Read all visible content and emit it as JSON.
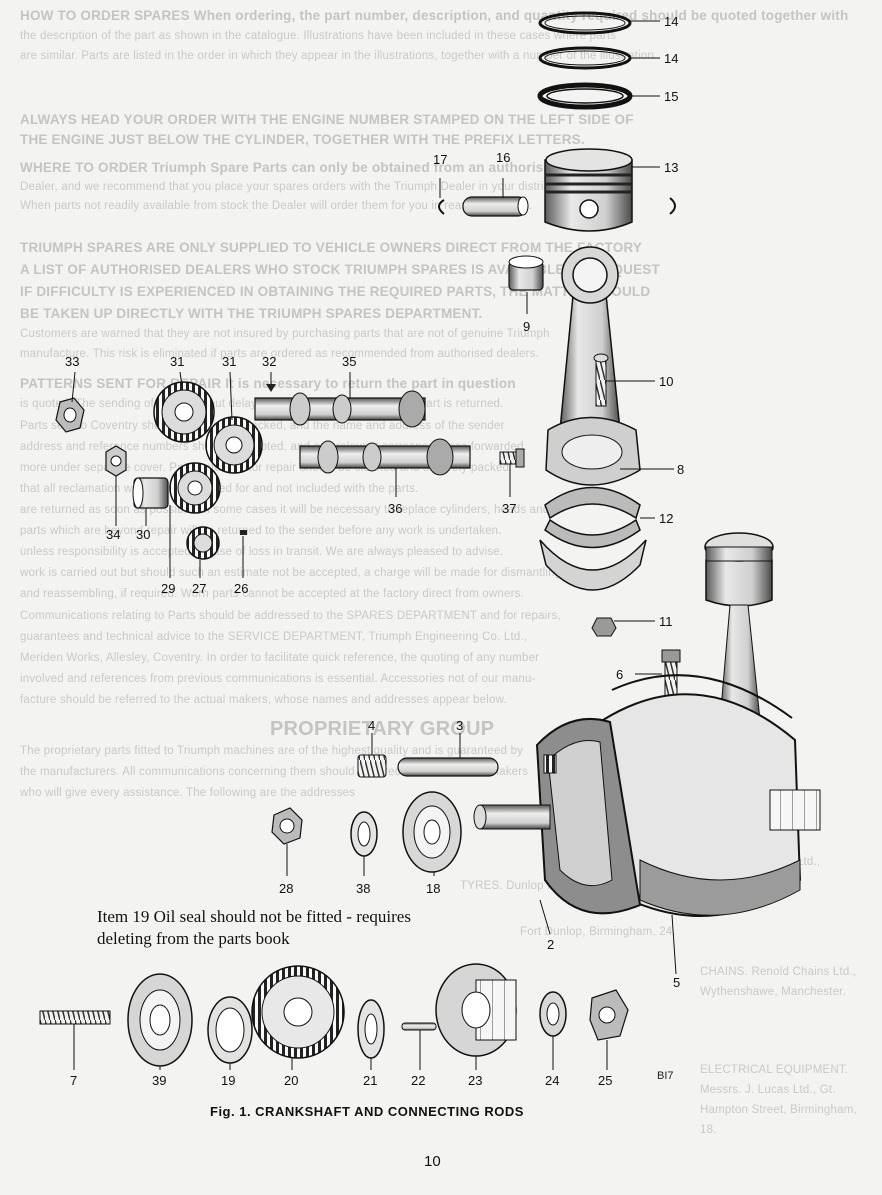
{
  "figure": {
    "caption": "Fig. 1.   CRANKSHAFT AND CONNECTING RODS",
    "drawing_code": "BI7",
    "page_number": "10",
    "note_line1": "Item 19 Oil seal should not be fitted - requires",
    "note_line2": "deleting from the parts book"
  },
  "callouts": {
    "c14a": "14",
    "c14b": "14",
    "c15": "15",
    "c13": "13",
    "c17": "17",
    "c16": "16",
    "c9": "9",
    "c10": "10",
    "c8": "8",
    "c12": "12",
    "c11": "11",
    "c6": "6",
    "c33": "33",
    "c31a": "31",
    "c31b": "31",
    "c32": "32",
    "c35": "35",
    "c34": "34",
    "c30": "30",
    "c29": "29",
    "c27": "27",
    "c26": "26",
    "c36": "36",
    "c37": "37",
    "c4": "4",
    "c3": "3",
    "c28": "28",
    "c38": "38",
    "c18": "18",
    "c2": "2",
    "c5": "5",
    "c7": "7",
    "c39": "39",
    "c19": "19",
    "c20": "20",
    "c21": "21",
    "c22": "22",
    "c23": "23",
    "c24": "24",
    "c25": "25"
  },
  "show_through": {
    "lines": [
      "HOW TO ORDER SPARES   When ordering, the part number, description, and quantity required should be quoted together with",
      "the description of the part as shown in the catalogue. Illustrations have been included in these cases where parts",
      "are similar. Parts are listed in the order in which they appear in the illustrations, together with a number of the illustration.",
      "ALWAYS HEAD YOUR ORDER WITH THE ENGINE NUMBER STAMPED ON THE LEFT SIDE OF",
      "THE ENGINE JUST BELOW THE CYLINDER, TOGETHER WITH THE PREFIX LETTERS.",
      "WHERE TO ORDER   Triumph Spare Parts can only be obtained from an authorised Triumph",
      "Dealer, and we recommend that you place your spares orders with the Triumph Dealer in your district.",
      "When parts not readily available from stock the Dealer will order them for you in reasonable time.",
      "TRIUMPH SPARES ARE ONLY SUPPLIED TO VEHICLE OWNERS DIRECT FROM THE FACTORY",
      "A LIST OF AUTHORISED DEALERS WHO STOCK TRIUMPH SPARES IS AVAILABLE ON REQUEST",
      "IF DIFFICULTY IS EXPERIENCED IN OBTAINING THE REQUIRED PARTS, THE MATTER SHOULD",
      "BE TAKEN UP DIRECTLY WITH THE TRIUMPH SPARES DEPARTMENT.",
      "Customers are warned that they are not insured by purchasing parts that are not of genuine Triumph",
      "manufacture. This risk is eliminated if parts are ordered as recommended from authorised dealers.",
      "PATTERNS SENT FOR REPAIR   It is necessary to return the part in question",
      "is quoted. The sending of parts without delay is essential to ensure that the part is returned.",
      "Parts sent to Coventry should be carefully packed, and the name and address of the sender",
      "address and reference numbers should be quoted, and any relevant correspondence forwarded.",
      "more under separate cover. Parts returned for repair should be cleaned and securely packed.",
      "that all reclamation work will be charged for and not included with the parts.",
      "are returned as soon as possible. In some cases it will be necessary to replace cylinders, heads and",
      "parts which are beyond repair will be returned to the sender before any work is undertaken.",
      "unless responsibility is accepted in case of loss in transit. We are always pleased to advise.",
      "work is carried out but should such an estimate not be accepted, a charge will be made for dismantling",
      "and reassembling, if required. Worn parts cannot be accepted at the factory direct from owners.",
      "Communications relating to Parts should be addressed to the SPARES DEPARTMENT and for repairs,",
      "guarantees and technical advice to the SERVICE DEPARTMENT, Triumph Engineering Co. Ltd.,",
      "Meriden Works, Allesley, Coventry. In order to facilitate quick reference, the quoting of any number",
      "involved and references from previous communications is essential. Accessories not of our manu-",
      "facture should be referred to the actual makers, whose names and addresses appear below.",
      "PROPRIETARY GROUP",
      "The proprietary parts fitted to Triumph machines are of the highest quality and is guaranteed by",
      "the manufacturers. All communications concerning them should be directed to the actual makers",
      "who will give every assistance. The following are the addresses",
      "SPARKING PLUGS.",
      "Champion Sparking Plug Co. Ltd.,",
      "TYRES.                Dunlop Rubber Co. Ltd.,",
      "Fort Dunlop, Birmingham, 24.",
      "CHAINS.   Renold Chains Ltd., Wythenshawe, Manchester.",
      "ELECTRICAL EQUIPMENT.   Messrs. J. Lucas Ltd., Gt. Hampton Street, Birmingham, 18."
    ]
  }
}
